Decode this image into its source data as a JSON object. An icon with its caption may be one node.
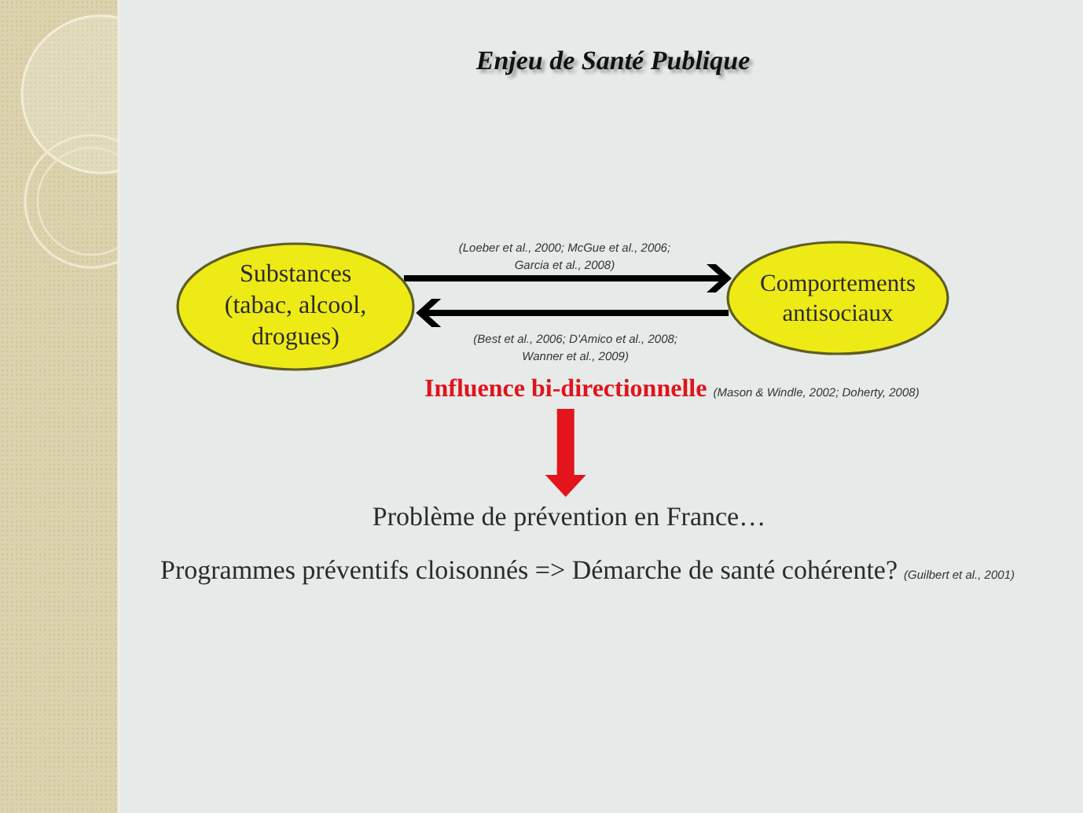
{
  "diagram": {
    "title": "Enjeu de Santé Publique",
    "nodes": [
      {
        "text": [
          "Substances (tabac, alcool, drogues)"
        ]
      },
      {
        "text": [
          "Comportements antisociaux"
        ]
      },
      {
        "text": [
          "Influence bi-directionnelle"
        ],
        "beside": [
          "(Mason & Windle, 2002; Doherty, 2008)"
        ]
      },
      {
        "text": [
          "Problème de prévention en France…"
        ]
      }
    ],
    "edges": [
      {
        "from": 0,
        "to": 1,
        "arrow": "to",
        "label": "(Loeber et al., 2000; McGue et al., 2006; Garcia et al., 2008)"
      },
      {
        "from": 1,
        "to": 0,
        "arrow": "to",
        "label": "(Best et al., 2006; D'Amico et al., 2008; Wanner et al., 2009)"
      },
      {
        "from": 2,
        "to": 3,
        "arrow": "to",
        "style": "thick",
        "color": "#e3141b"
      }
    ],
    "labels": [
      "Programmes préventifs cloisonnés => Démarche de santé cohérente?",
      "(Guilbert et al., 2001)"
    ]
  }
}
